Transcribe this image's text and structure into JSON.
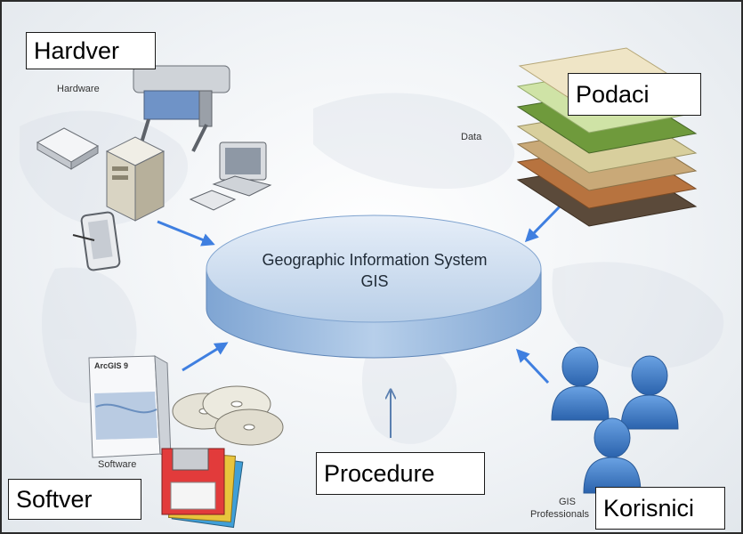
{
  "center": {
    "line1": "Geographic Information System",
    "line2": "GIS"
  },
  "labels": {
    "hardver": "Hardver",
    "podaci": "Podaci",
    "softver": "Softver",
    "procedure": "Procedure",
    "korisnici": "Korisnici"
  },
  "captions": {
    "hardware": "Hardware",
    "data": "Data",
    "software": "Software",
    "gis": "GIS",
    "professionals": "Professionals",
    "arcgis": "ArcGIS 9"
  },
  "colors": {
    "arrow": "#3f7fe0",
    "disk_top": "#cfe0f3",
    "disk_side": "#8fb3dc",
    "people": "#3b78c9"
  }
}
